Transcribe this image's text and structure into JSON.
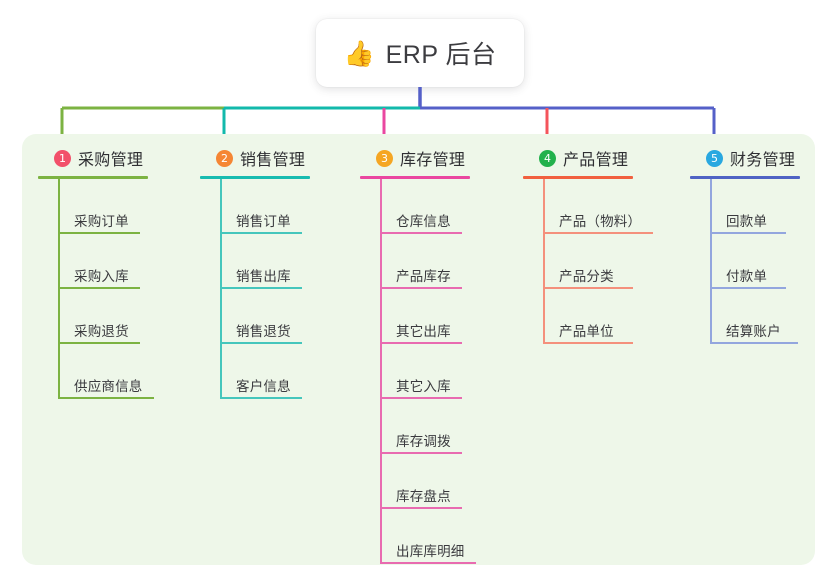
{
  "title": {
    "icon": "thumbs-up-icon",
    "icon_glyph": "👍",
    "text": "ERP 后台"
  },
  "theme": {
    "panel_bg": "#eef7e9",
    "page_bg": "#ffffff",
    "card_bg": "#ffffff",
    "trunk_color": "#5560c8",
    "text_color": "#3a3a3e"
  },
  "columns": [
    {
      "number": "1",
      "title": "采购管理",
      "badge_color": "#f2506a",
      "rule_color": "#7cb342",
      "line_color": "#7cb342",
      "connector_color": "#7cb342",
      "items": [
        {
          "label": "采购订单",
          "width": 82
        },
        {
          "label": "采购入库",
          "width": 82
        },
        {
          "label": "采购退货",
          "width": 82
        },
        {
          "label": "供应商信息",
          "width": 96
        }
      ]
    },
    {
      "number": "2",
      "title": "销售管理",
      "badge_color": "#f58634",
      "rule_color": "#18bcb0",
      "line_color": "#45c6bc",
      "connector_color": "#12b9ab",
      "items": [
        {
          "label": "销售订单",
          "width": 82
        },
        {
          "label": "销售出库",
          "width": 82
        },
        {
          "label": "销售退货",
          "width": 82
        },
        {
          "label": "客户信息",
          "width": 82
        }
      ]
    },
    {
      "number": "3",
      "title": "库存管理",
      "badge_color": "#f5a623",
      "rule_color": "#ea47a0",
      "line_color": "#e86bb0",
      "connector_color": "#ea47a0",
      "items": [
        {
          "label": "仓库信息",
          "width": 82
        },
        {
          "label": "产品库存",
          "width": 82
        },
        {
          "label": "其它出库",
          "width": 82
        },
        {
          "label": "其它入库",
          "width": 82
        },
        {
          "label": "库存调拨",
          "width": 82
        },
        {
          "label": "库存盘点",
          "width": 82
        },
        {
          "label": "出库库明细",
          "width": 96
        }
      ]
    },
    {
      "number": "4",
      "title": "产品管理",
      "badge_color": "#22b14c",
      "rule_color": "#f1603f",
      "line_color": "#f4907c",
      "connector_color": "#f4545b",
      "items": [
        {
          "label": "产品（物料）",
          "width": 110
        },
        {
          "label": "产品分类",
          "width": 90
        },
        {
          "label": "产品单位",
          "width": 90
        }
      ]
    },
    {
      "number": "5",
      "title": "财务管理",
      "badge_color": "#29a8e0",
      "rule_color": "#4f63c4",
      "line_color": "#93a6de",
      "connector_color": "#5560c8",
      "items": [
        {
          "label": "回款单",
          "width": 76
        },
        {
          "label": "付款单",
          "width": 76
        },
        {
          "label": "结算账户",
          "width": 88
        }
      ]
    }
  ]
}
